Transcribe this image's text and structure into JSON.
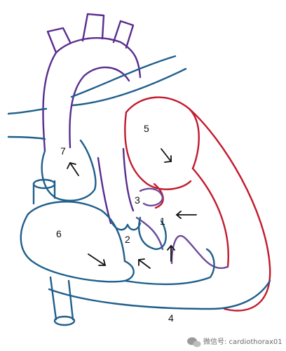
{
  "colors": {
    "aorta": "#5a2c8f",
    "oxygenated": "#c21a2c",
    "deoxygenated": "#1f5f8c",
    "mixed": "#6d4b9a",
    "arrow": "#111111"
  },
  "labels": {
    "l1": "1",
    "l2": "2",
    "l3": "3",
    "l4": "4",
    "l5": "5",
    "l6": "6",
    "l7": "7"
  },
  "watermark": {
    "text": "微信号: cardiothorax01",
    "icon": "wechat-icon"
  }
}
